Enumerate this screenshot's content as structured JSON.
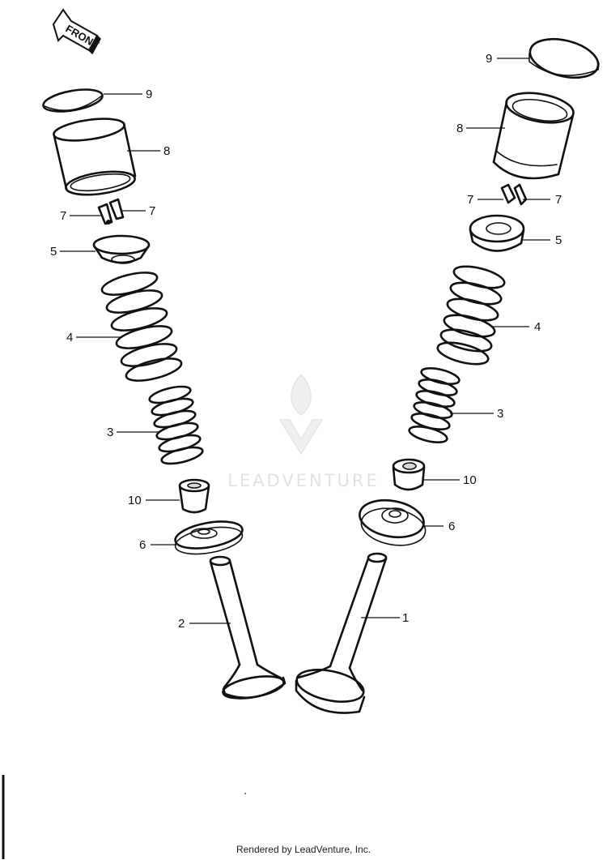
{
  "diagram": {
    "front_label": "FRONT",
    "callouts": {
      "L9": "9",
      "L8": "8",
      "L7a": "7",
      "L7b": "7",
      "L5": "5",
      "L4": "4",
      "L3": "3",
      "L10": "10",
      "L6": "6",
      "L2": "2",
      "R9": "9",
      "R8": "8",
      "R7a": "7",
      "R7b": "7",
      "R5": "5",
      "R4": "4",
      "R3": "3",
      "R10": "10",
      "R6": "6",
      "R1": "1"
    }
  },
  "watermark": {
    "text": "LEADVENTURE"
  },
  "footer": {
    "text": "Rendered by LeadVenture, Inc."
  }
}
